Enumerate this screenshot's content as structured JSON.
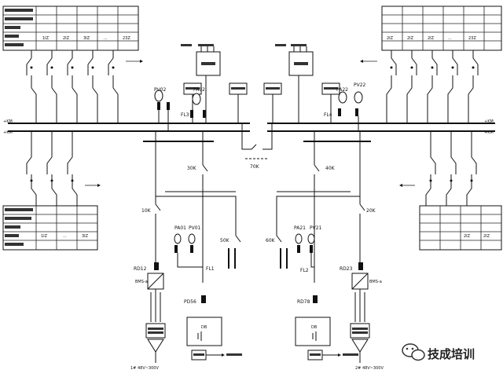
{
  "labels": {
    "bus_left_top": "+KM",
    "bus_left_bot": "+KM",
    "bus_right_top": "+KM",
    "bus_right_bot": "+KM",
    "pv02": "PV02",
    "pa02": "PA02",
    "fl3": "FL3",
    "pv22": "PV22",
    "pa22": "PA22",
    "fl4": "FL4",
    "k30": "30K",
    "k40": "40K",
    "k70": "70K",
    "k10": "10K",
    "k20": "20K",
    "k50": "50K",
    "k60": "60K",
    "pa01": "PA01",
    "pv01": "PV01",
    "pa21": "PA21",
    "pv21": "PV21",
    "fl1": "FL1",
    "fl2": "FL2",
    "rd12": "RD12",
    "rd23": "RD23",
    "pd56": "PD56",
    "rd78": "RD78",
    "bmu_left": "BMS-a",
    "bmu_right": "BMS-a",
    "db_left": "DB",
    "db_right": "DB",
    "bottom_left": "1# 48V~300V",
    "bottom_right": "2# 48V~300V",
    "feeders_left_top": [
      "1IZ",
      "2IZ",
      "3IZ",
      "...",
      "23Z"
    ],
    "feeders_right_top": [
      "2IZ",
      "2IZ",
      "2IZ",
      "...",
      "23Z"
    ],
    "feeders_left_bot": [
      "1IZ",
      "...",
      "3IZ"
    ],
    "feeders_right_bot": [
      "2IZ",
      "2IZ"
    ]
  },
  "watermark": {
    "text": "技成培训",
    "icon": "wechat-icon"
  }
}
